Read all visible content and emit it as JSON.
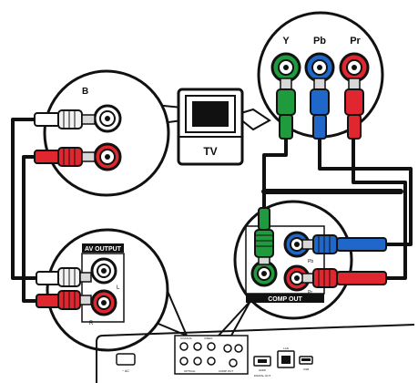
{
  "tv": {
    "label": "TV"
  },
  "tv_audio_marker": "B",
  "component_labels": {
    "y": "Y",
    "pb": "Pb",
    "pr": "Pr"
  },
  "av_output": {
    "title": "AV OUTPUT",
    "left": "L",
    "right": "R"
  },
  "comp_out": {
    "title": "COMP OUT",
    "pb": "Pb",
    "pr": "Pr"
  },
  "rear_panel": {
    "labels": [
      "COAXIAL",
      "VIDEO",
      "OPTICAL",
      "COMP OUT",
      "HDMI",
      "LAN",
      "USB",
      "DIGITAL OUT"
    ]
  },
  "colors": {
    "green": "#1f9a3c",
    "blue": "#1f67c8",
    "red": "#e0262e",
    "white": "#f2f2f2",
    "cable": "#111111"
  }
}
